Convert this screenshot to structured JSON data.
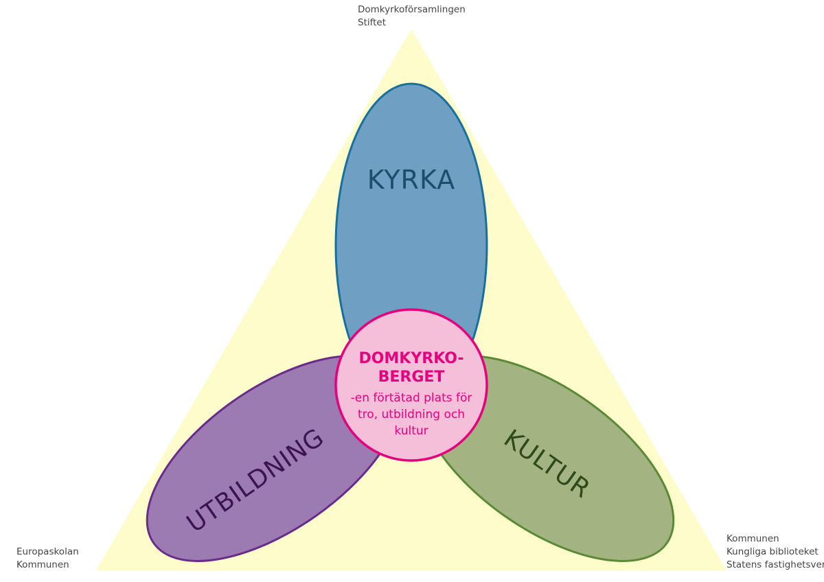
{
  "colors": {
    "triangle": "#fffccc",
    "kyrka_fill": "#6fa0c4",
    "kyrka_stroke": "#17709c",
    "utbildning_fill": "#9c7bb3",
    "utbildning_stroke": "#6a2a8a",
    "kultur_fill": "#a3b381",
    "kultur_stroke": "#5a8a35",
    "center_fill": "#f6bfd9",
    "center_stroke": "#e5007d"
  },
  "top_corner": [
    "Domkyrkoförsamlingen",
    "Stiftet"
  ],
  "left_corner": [
    "Europaskolan",
    "Kommunen"
  ],
  "right_corner": [
    "Kommunen",
    "Kungliga biblioteket",
    "Statens fastighetsverk"
  ],
  "kyrka": "KYRKA",
  "utbildning": "UTBILDNING",
  "kultur": "KULTUR",
  "center": {
    "title_1": "DOMKYRKO-",
    "title_2": "BERGET",
    "sub_1": "-en förtätad plats för",
    "sub_2": "tro, utbildning och",
    "sub_3": "kultur"
  }
}
